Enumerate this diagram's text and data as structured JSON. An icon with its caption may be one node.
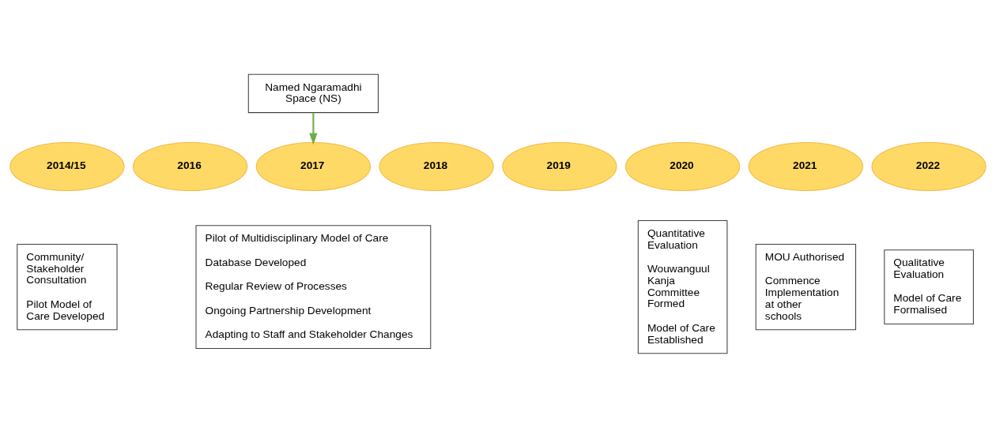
{
  "diagram": {
    "nodes": [
      {
        "text": [
          "Named Ngaramadhi Space (NS)"
        ]
      },
      {
        "text": [
          "2014/15"
        ]
      },
      {
        "text": [
          "2016"
        ]
      },
      {
        "text": [
          "2017"
        ]
      },
      {
        "text": [
          "2018"
        ]
      },
      {
        "text": [
          "2019"
        ]
      },
      {
        "text": [
          "2020"
        ]
      },
      {
        "text": [
          "2021"
        ]
      },
      {
        "text": [
          "2022"
        ]
      },
      {
        "text": [
          "Community/ Stakeholder Consultation",
          "Pilot Model of Care Developed"
        ]
      },
      {
        "text": [
          "Pilot of Multidisciplinary Model of Care",
          "Database Developed",
          "Regular Review of Processes",
          "Ongoing Partnership Development",
          "Adapting to Staff and Stakeholder Changes"
        ]
      },
      {
        "text": [
          "Quantitative Evaluation",
          "Wouwanguul Kanja Committee Formed",
          "Model of Care Established"
        ]
      },
      {
        "text": [
          "MOU Authorised",
          "Commence Implementation at other schools"
        ]
      },
      {
        "text": [
          "Qualitative Evaluation",
          "Model of Care Formalised"
        ]
      }
    ],
    "edges": [
      {
        "from": 0,
        "to": 3,
        "arrow": "to"
      }
    ]
  }
}
